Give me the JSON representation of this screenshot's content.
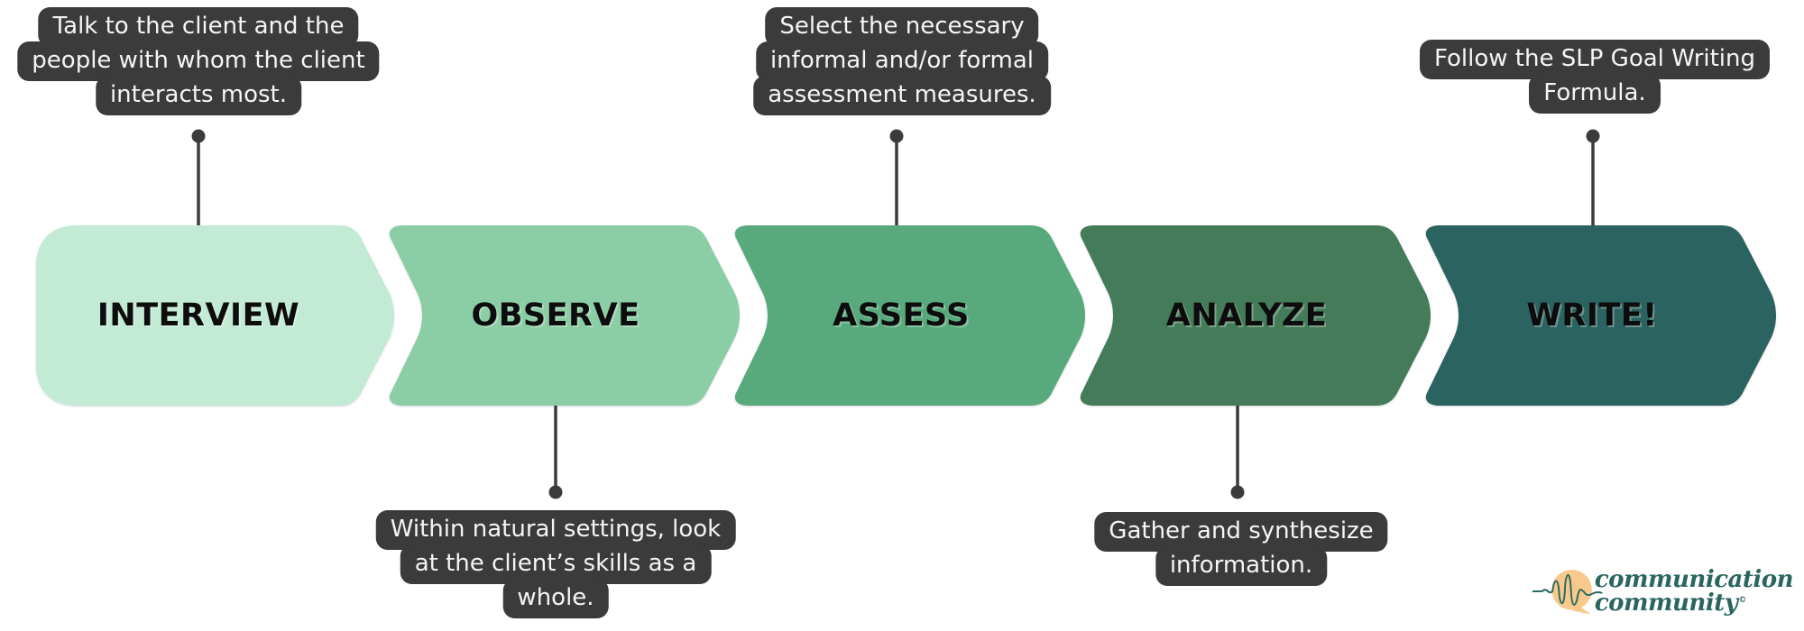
{
  "background": "#ffffff",
  "connector_color": "#3b3b3b",
  "callout_style": {
    "bg": "#3b3b3b",
    "text_color": "#f5f5f5"
  },
  "steps": [
    {
      "label": "INTERVIEW",
      "color": "#c2ead4",
      "callout_position": "top",
      "callout_lines": [
        "Talk to the client and the",
        "people with whom the client",
        "interacts most."
      ]
    },
    {
      "label": "OBSERVE",
      "color": "#8bcda4",
      "callout_position": "bottom",
      "callout_lines": [
        "Within natural settings, look",
        "at the client’s skills as a",
        "whole."
      ]
    },
    {
      "label": "ASSESS",
      "color": "#58aa7c",
      "callout_position": "top",
      "callout_lines": [
        "Select the necessary",
        "informal and/or formal",
        "assessment measures."
      ]
    },
    {
      "label": "ANALYZE",
      "color": "#447b58",
      "callout_position": "bottom",
      "callout_lines": [
        "Gather and synthesize",
        "information."
      ]
    },
    {
      "label": "WRITE!",
      "color": "#2b6360",
      "callout_position": "top",
      "callout_lines": [
        "Follow the SLP Goal Writing",
        "Formula."
      ]
    }
  ],
  "logo": {
    "line1": "communication",
    "line2": "community",
    "trademark": "©",
    "text_color": "#2a665f",
    "bubble_color": "#f9c98c",
    "wave_color": "#2a6b62"
  }
}
